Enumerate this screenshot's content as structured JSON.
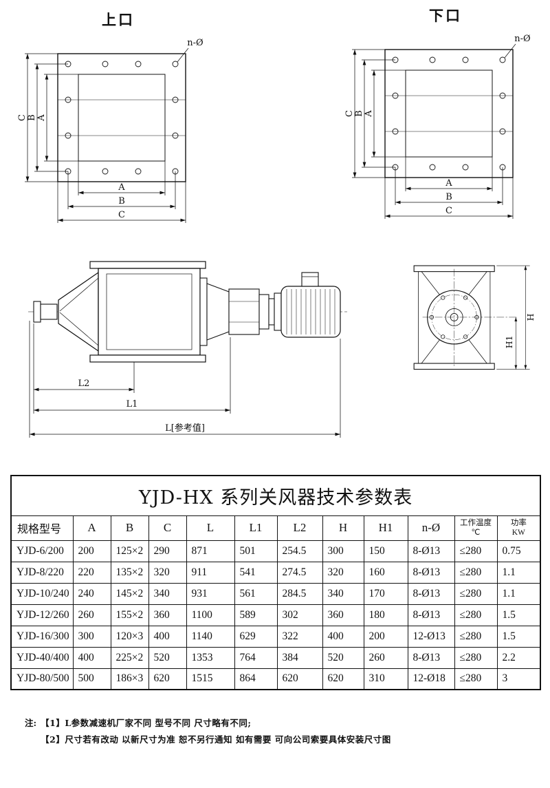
{
  "drawings": {
    "top_flange": {
      "title": "上口",
      "bolt_callout": "n-Ø",
      "dim_a": "A",
      "dim_b": "B",
      "dim_c": "C"
    },
    "bottom_flange": {
      "title": "下口",
      "bolt_callout": "n-Ø",
      "dim_a": "A",
      "dim_b": "B",
      "dim_c": "C"
    },
    "side_view": {
      "dim_l2": "L2",
      "dim_l1": "L1",
      "dim_l": "L[参考值]"
    },
    "end_view": {
      "dim_h": "H",
      "dim_h1": "H1"
    }
  },
  "table": {
    "title": "YJD-HX 系列关风器技术参数表",
    "headers": [
      "规格型号",
      "A",
      "B",
      "C",
      "L",
      "L1",
      "L2",
      "H",
      "H1",
      "n-Ø",
      "工作温度\n℃",
      "功率\nKW"
    ],
    "rows": [
      [
        "YJD-6/200",
        "200",
        "125×2",
        "290",
        "871",
        "501",
        "254.5",
        "300",
        "150",
        "8-Ø13",
        "≤280",
        "0.75"
      ],
      [
        "YJD-8/220",
        "220",
        "135×2",
        "320",
        "911",
        "541",
        "274.5",
        "320",
        "160",
        "8-Ø13",
        "≤280",
        "1.1"
      ],
      [
        "YJD-10/240",
        "240",
        "145×2",
        "340",
        "931",
        "561",
        "284.5",
        "340",
        "170",
        "8-Ø13",
        "≤280",
        "1.1"
      ],
      [
        "YJD-12/260",
        "260",
        "155×2",
        "360",
        "1100",
        "589",
        "302",
        "360",
        "180",
        "8-Ø13",
        "≤280",
        "1.5"
      ],
      [
        "YJD-16/300",
        "300",
        "120×3",
        "400",
        "1140",
        "629",
        "322",
        "400",
        "200",
        "12-Ø13",
        "≤280",
        "1.5"
      ],
      [
        "YJD-40/400",
        "400",
        "225×2",
        "520",
        "1353",
        "764",
        "384",
        "520",
        "260",
        "8-Ø13",
        "≤280",
        "2.2"
      ],
      [
        "YJD-80/500",
        "500",
        "186×3",
        "620",
        "1515",
        "864",
        "620",
        "620",
        "310",
        "12-Ø18",
        "≤280",
        "3"
      ]
    ]
  },
  "notes": {
    "label": "注:",
    "lines": [
      "【1】L参数减速机厂家不同 型号不同 尺寸略有不同;",
      "【2】尺寸若有改动 以新尺寸为准 恕不另行通知 如有需要 可向公司索要具体安装尺寸图"
    ]
  }
}
